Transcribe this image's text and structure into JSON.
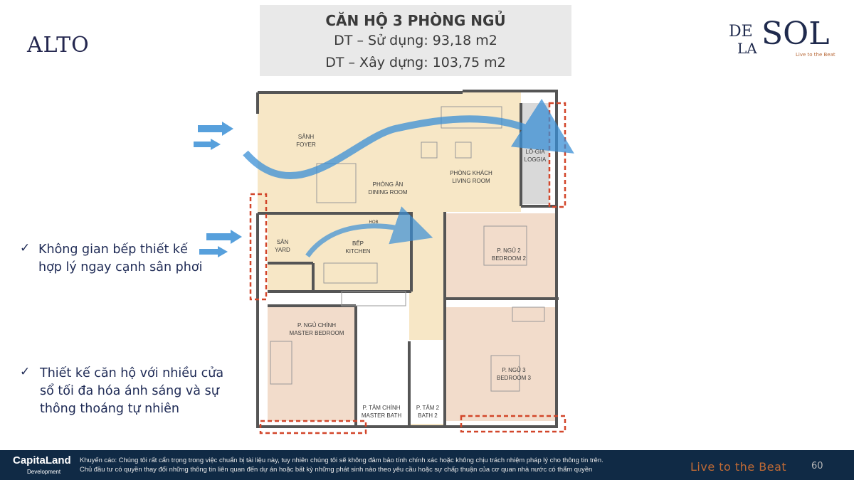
{
  "header": {
    "title": "CĂN HỘ 3 PHÒNG NGỦ",
    "usable_area": "DT – Sử dụng: 93,18 m2",
    "built_area": "DT – Xây dựng: 103,75 m2"
  },
  "logos": {
    "alto": "ALTO",
    "desol_de": "DE",
    "desol_la": "LA",
    "desol_sol": "SOL",
    "desol_tagline": "Live to the Beat"
  },
  "bullets": [
    {
      "line1": "Không gian bếp thiết kế",
      "line2": "hợp lý ngay cạnh sân phơi"
    },
    {
      "line1": "Thiết kế căn hộ với nhiều cửa",
      "line2": "sổ tối đa hóa ánh sáng và sự",
      "line3": "thông thoáng tự nhiên"
    }
  ],
  "floorplan": {
    "foyer_vi": "SẢNH",
    "foyer_en": "FOYER",
    "dining_vi": "PHÒNG ĂN",
    "dining_en": "DINING ROOM",
    "living_vi": "PHÒNG KHÁCH",
    "living_en": "LIVING ROOM",
    "loggia_vi": "LÔ-GIA",
    "loggia_en": "LOGGIA",
    "yard_vi": "SÂN",
    "yard_en": "YARD",
    "kitchen_vi": "BẾP",
    "kitchen_en": "KITCHEN",
    "hob": "HOB",
    "bed2_vi": "P. NGỦ 2",
    "bed2_en": "BEDROOM 2",
    "master_vi": "P. NGỦ CHÍNH",
    "master_en": "MASTER BEDROOM",
    "bed3_vi": "P. NGỦ 3",
    "bed3_en": "BEDROOM 3",
    "mbath_vi": "P. TẮM CHÍNH",
    "mbath_en": "MASTER BATH",
    "bath2_vi": "P. TẮM 2",
    "bath2_en": "BATH 2"
  },
  "footer": {
    "company": "CapitaLand",
    "company_sub": "Development",
    "disclaimer_1": "Khuyến cáo: Chúng tôi rất cẩn trọng trong việc chuẩn bị tài liệu này, tuy nhiên chúng tôi sẽ không đảm bảo tính chính xác hoặc không chịu trách nhiệm pháp lý cho thông tin trên.",
    "disclaimer_2": "Chủ đầu tư có quyền thay đổi những thông tin liên quan đến dự án hoặc bất kỳ những phát sinh nào theo yêu cầu hoặc sự chấp thuận của cơ quan nhà nước có thẩm quyền",
    "tagline": "Live to the Beat",
    "page_number": "60"
  },
  "colors": {
    "navy": "#1e2a55",
    "footer_bg": "#102a45",
    "arrow_blue": "#3a8fd6",
    "room_beige": "#f7e7c6",
    "room_pink": "#f2dccb",
    "highlight_red": "#d2462a"
  }
}
